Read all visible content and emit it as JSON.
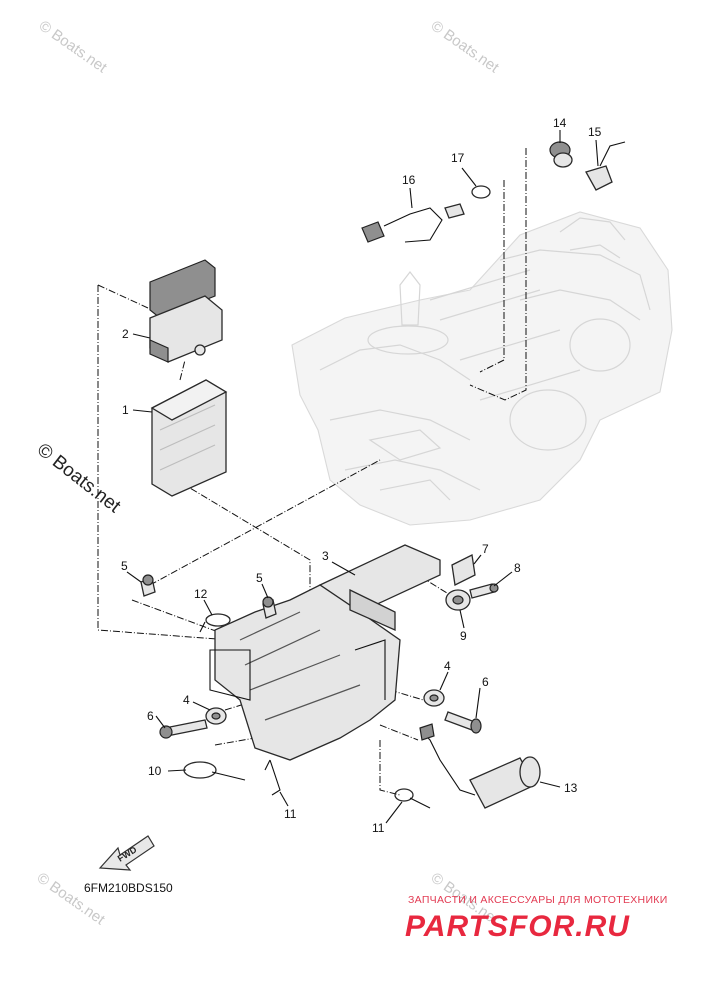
{
  "watermarks": {
    "top_left": "© Boats.net",
    "top_right": "© Boats.net",
    "left_big": "© Boats.net",
    "bottom_left": "© Boats.net",
    "bottom_right": "© Boats.net"
  },
  "callouts": {
    "c1": "1",
    "c2": "2",
    "c3": "3",
    "c4a": "4",
    "c4b": "4",
    "c5a": "5",
    "c5b": "5",
    "c6a": "6",
    "c6b": "6",
    "c7": "7",
    "c8": "8",
    "c9": "9",
    "c10": "10",
    "c11a": "11",
    "c11b": "11",
    "c12": "12",
    "c13": "13",
    "c14": "14",
    "c15": "15",
    "c16": "16",
    "c17": "17"
  },
  "fwd_arrow": {
    "label": "FWD"
  },
  "diagram_code": "6FM210BDS150",
  "shop_banner": {
    "tagline": "ЗАПЧАСТИ И АКСЕССУАРЫ ДЛЯ МОТОТЕХНИКИ",
    "logo": "PARTSFOR.RU"
  }
}
